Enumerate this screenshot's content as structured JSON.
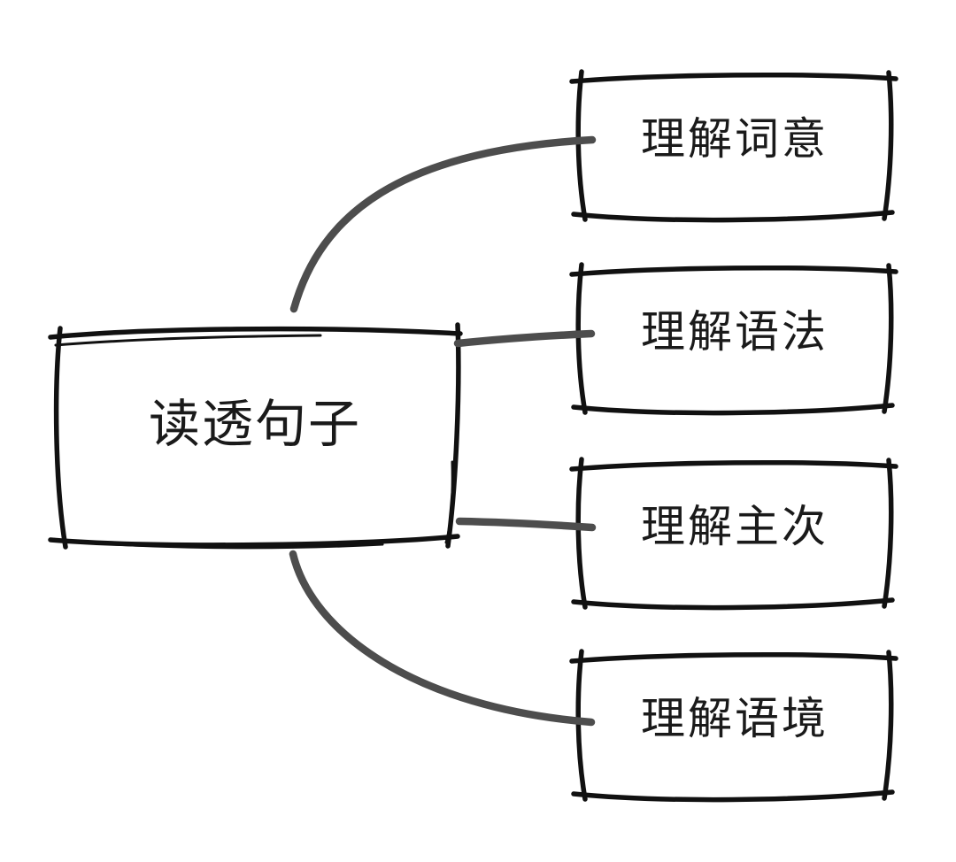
{
  "diagram": {
    "root": {
      "label": "读透句子"
    },
    "children": [
      {
        "label": "理解词意"
      },
      {
        "label": "理解语法"
      },
      {
        "label": "理解主次"
      },
      {
        "label": "理解语境"
      }
    ],
    "colors": {
      "background": "#ffffff",
      "box_stroke": "#111111",
      "connector": "#4d4d4d",
      "text": "#1a1a1a"
    }
  }
}
